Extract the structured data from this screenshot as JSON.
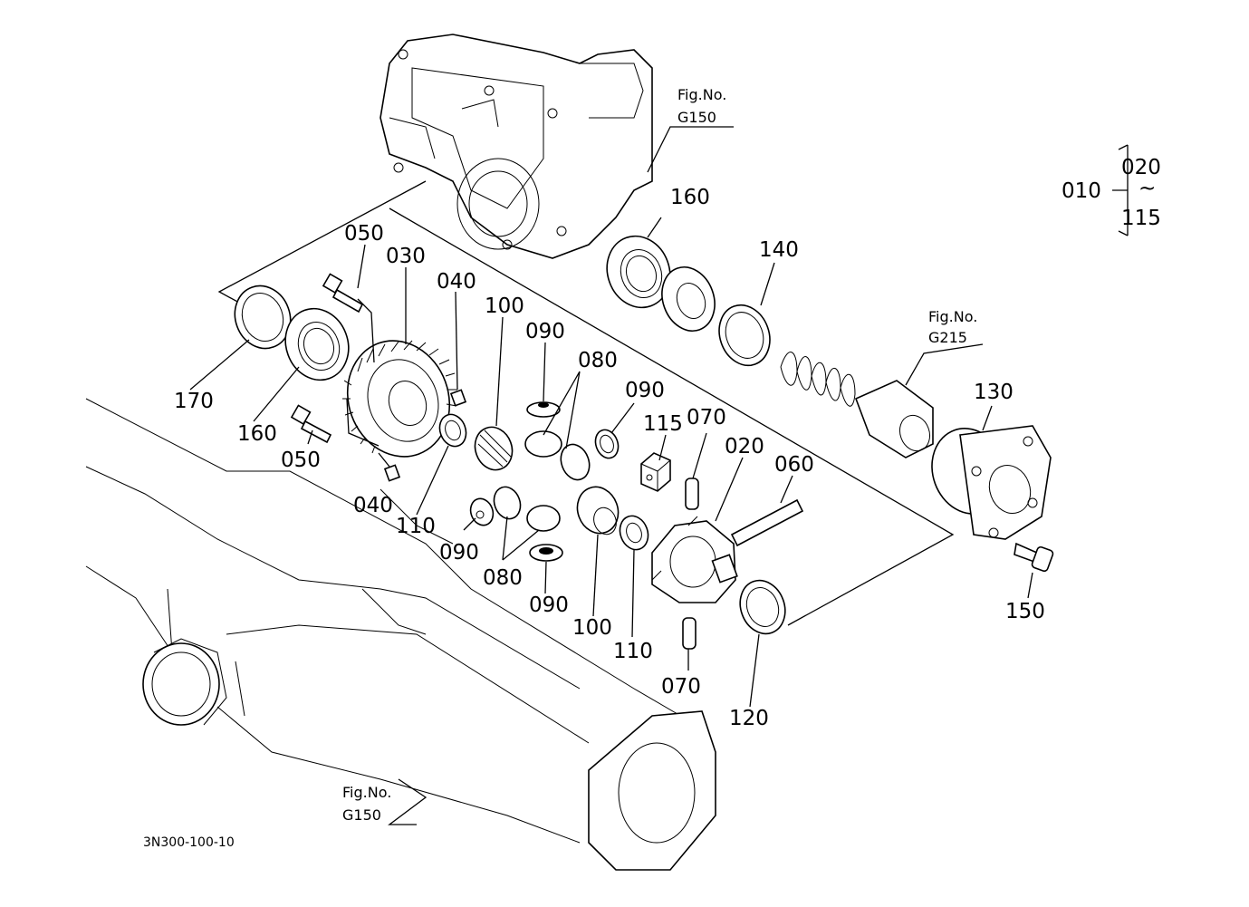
{
  "diagram_code": "3N300-100-10",
  "fig_refs": {
    "top": {
      "prefix": "Fig.No.",
      "code": "G150"
    },
    "right": {
      "prefix": "Fig.No.",
      "code": "G215"
    },
    "bottom": {
      "prefix": "Fig.No.",
      "code": "G150"
    }
  },
  "assembly": {
    "main": "010",
    "from": "020",
    "tilde": "~",
    "to": "115"
  },
  "callouts": {
    "c020": "020",
    "c030": "030",
    "c040a": "040",
    "c040b": "040",
    "c050a": "050",
    "c050b": "050",
    "c060": "060",
    "c070a": "070",
    "c070b": "070",
    "c080a": "080",
    "c080b": "080",
    "c090a": "090",
    "c090b": "090",
    "c090c": "090",
    "c090d": "090",
    "c100a": "100",
    "c100b": "100",
    "c110a": "110",
    "c110b": "110",
    "c115": "115",
    "c120": "120",
    "c130": "130",
    "c140": "140",
    "c150": "150",
    "c160a": "160",
    "c160b": "160",
    "c170": "170"
  }
}
